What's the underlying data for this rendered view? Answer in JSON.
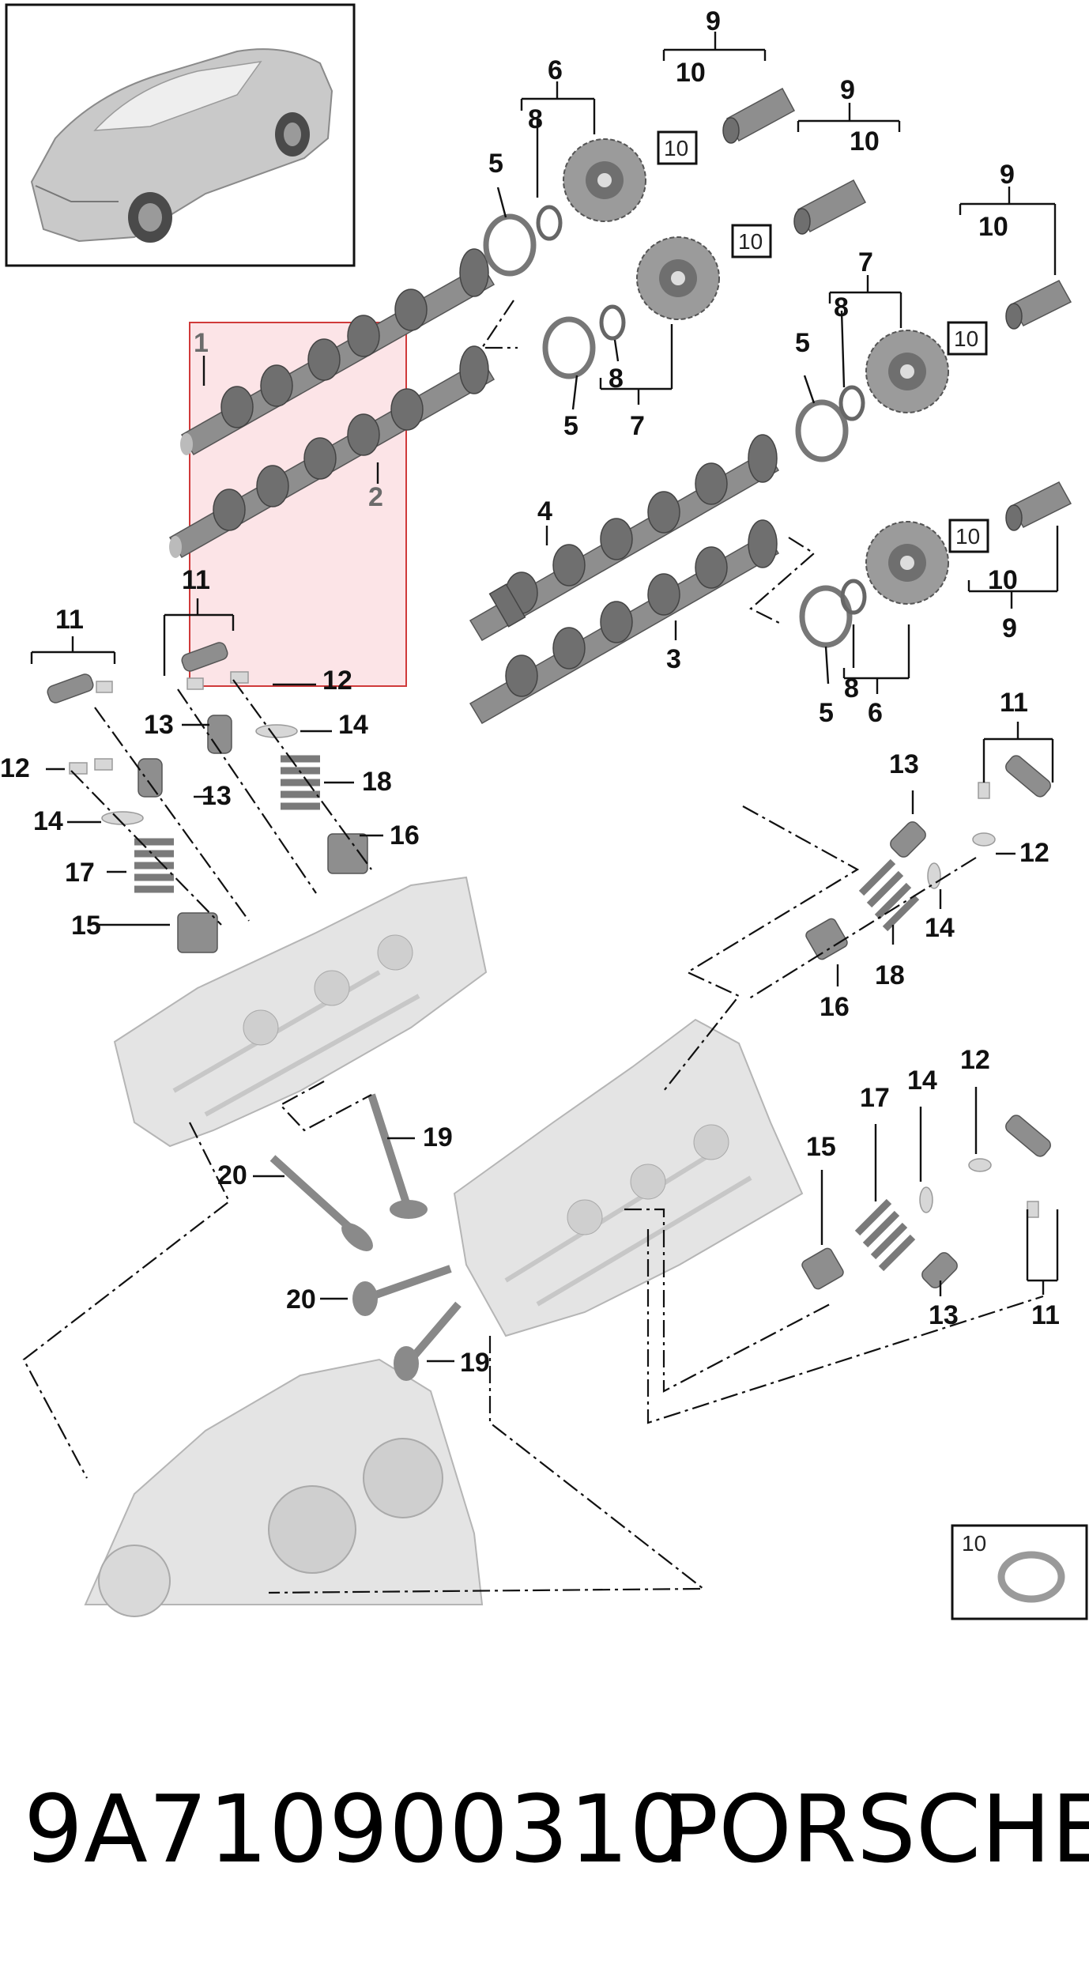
{
  "callouts": {
    "c1": "1",
    "c2": "2",
    "c3": "3",
    "c4": "4",
    "c5": "5",
    "c6": "6",
    "c7": "7",
    "c8": "8",
    "c9": "9",
    "c10": "10",
    "c11": "11",
    "c12": "12",
    "c13": "13",
    "c14": "14",
    "c15": "15",
    "c16": "16",
    "c17": "17",
    "c18": "18",
    "c19": "19",
    "c20": "20"
  },
  "inset_label": "10",
  "footer": {
    "part_number": "9A710900310",
    "brand": "PORSCHE"
  },
  "colors": {
    "highlight_fill": "#fbdfe3",
    "highlight_stroke": "#d03a3a",
    "parts_gray": "#8e8e8e",
    "engine_gray": "#e4e4e4"
  }
}
